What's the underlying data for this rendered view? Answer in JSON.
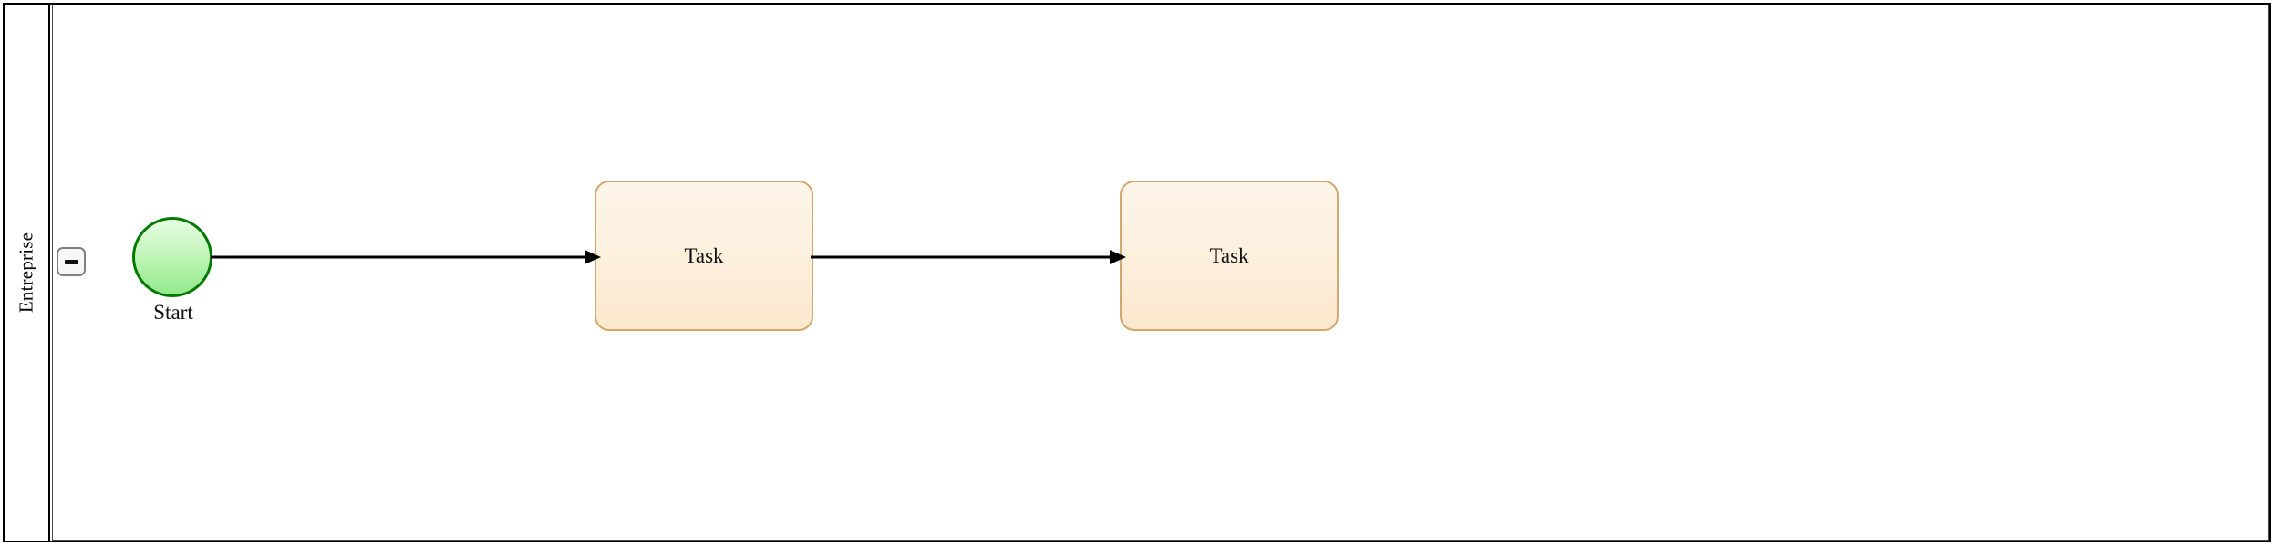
{
  "diagram": {
    "type": "bpmn-process",
    "title": "Entreprise",
    "background_color": "#ffffff"
  },
  "pool": {
    "name": "Entreprise",
    "lane_label": "Entreprise",
    "border_color": "#000000",
    "collapse_button": {
      "icon": "minus-icon",
      "state": "expanded",
      "label": "−"
    }
  },
  "nodes": [
    {
      "id": "start-event",
      "kind": "start-event",
      "label": "Start",
      "shape": "circle",
      "stroke_color": "#007a00",
      "fill_from": "#e8fde4",
      "fill_to": "#93ea8c"
    },
    {
      "id": "task-1",
      "kind": "task",
      "label": "Task",
      "shape": "rounded-rectangle",
      "stroke_color": "#d3a76d",
      "fill_from": "#fdf5e9",
      "fill_to": "#fbe8cd"
    },
    {
      "id": "task-2",
      "kind": "task",
      "label": "Task",
      "shape": "rounded-rectangle",
      "stroke_color": "#d3a76d",
      "fill_from": "#fdf5e9",
      "fill_to": "#fbe8cd"
    }
  ],
  "flows": [
    {
      "id": "flow-1",
      "kind": "sequence-flow",
      "from": "start-event",
      "to": "task-1",
      "color": "#000000"
    },
    {
      "id": "flow-2",
      "kind": "sequence-flow",
      "from": "task-1",
      "to": "task-2",
      "color": "#000000"
    }
  ]
}
